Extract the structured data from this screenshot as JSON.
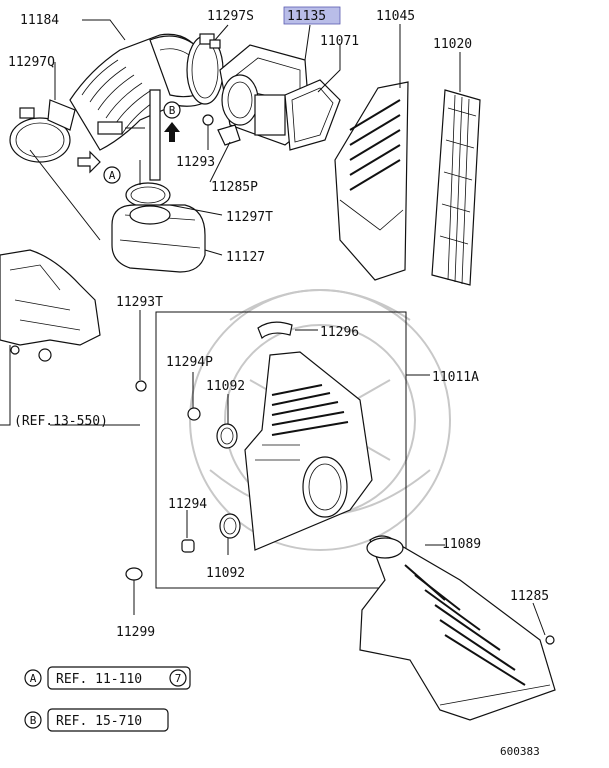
{
  "highlight_color": "#b9bde8",
  "labels": {
    "p11184": "11184",
    "p11297S": "11297S",
    "p11135": "11135",
    "p11045": "11045",
    "p11071": "11071",
    "p11020": "11020",
    "p11297Q": "11297Q",
    "p11293": "11293",
    "p11285P": "11285P",
    "p11297T": "11297T",
    "p11127": "11127",
    "p11293T": "11293T",
    "p11296": "11296",
    "p11294P": "11294P",
    "p11092a": "11092",
    "p11011A": "11011A",
    "p11294": "11294",
    "p11092b": "11092",
    "p11089": "11089",
    "p11285": "11285",
    "p11299": "11299"
  },
  "refs": {
    "main": "(REF.13-550)",
    "a_letter": "A",
    "a_text": "REF. 11-110",
    "a_circled_num": "7",
    "b_letter": "B",
    "b_text": "REF. 15-710",
    "arrow_a": "A",
    "arrow_b": "B"
  },
  "diagram_number": "600383"
}
